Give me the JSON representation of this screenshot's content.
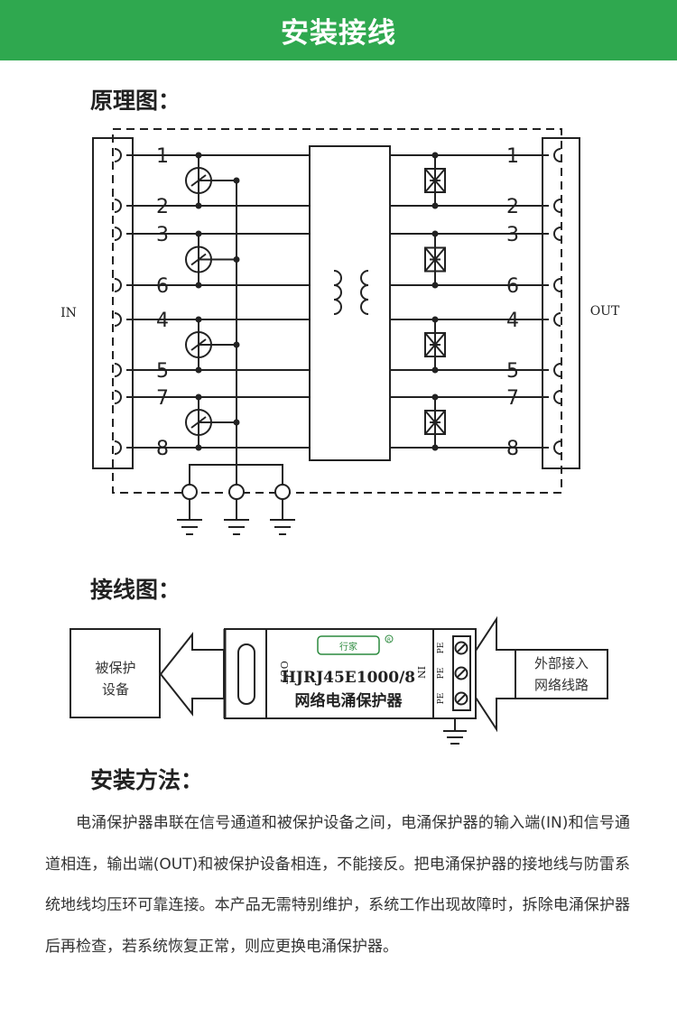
{
  "header": {
    "title": "安装接线",
    "background_color": "#2fa84f"
  },
  "schematic": {
    "title": "原理图：",
    "in_label": "IN",
    "out_label": "OUT",
    "pins": [
      "1",
      "2",
      "3",
      "6",
      "4",
      "5",
      "7",
      "8"
    ]
  },
  "wiring": {
    "title": "接线图：",
    "protected_device": [
      "被保护",
      "设备"
    ],
    "external_line": [
      "外部接入",
      "网络线路"
    ],
    "device_model": "HJRJ45E1000/8",
    "device_name": "网络电涌保护器",
    "out_port": "OUT",
    "in_port": "IN",
    "pe_labels": [
      "PE",
      "PE",
      "PE"
    ],
    "logo_text": "行家",
    "logo_mark": "R"
  },
  "install": {
    "title": "安装方法：",
    "text": "电涌保护器串联在信号通道和被保护设备之间，电涌保护器的输入端(IN)和信号通道相连，输出端(OUT)和被保护设备相连，不能接反。把电涌保护器的接地线与防雷系统地线均压环可靠连接。本产品无需特别维护，系统工作出现故障时，拆除电涌保护器后再检查，若系统恢复正常，则应更换电涌保护器。"
  }
}
